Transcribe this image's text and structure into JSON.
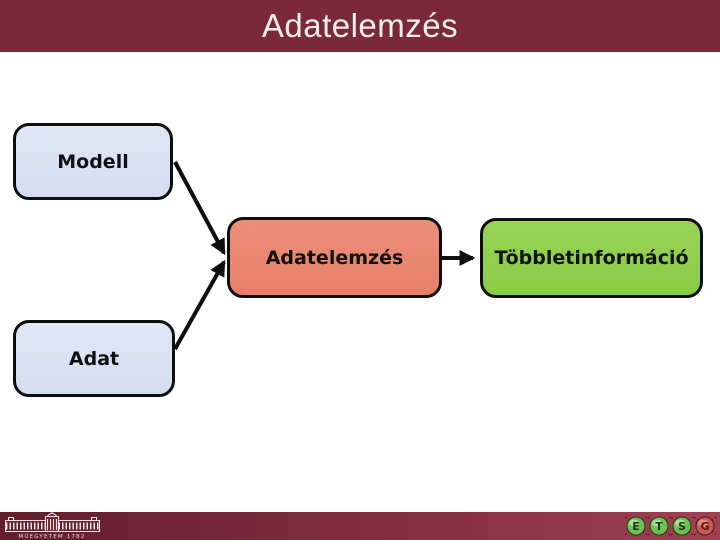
{
  "slide": {
    "title": "Adatelemzés"
  },
  "diagram": {
    "nodes": [
      {
        "id": "modell",
        "label": "Modell",
        "fill": "#d9e1f4"
      },
      {
        "id": "adat",
        "label": "Adat",
        "fill": "#d9e1f4"
      },
      {
        "id": "adatelemzes",
        "label": "Adatelemzés",
        "fill": "#e9866f"
      },
      {
        "id": "tobbletinformacio",
        "label": "Többletinformáció",
        "fill": "#90cf4e"
      }
    ],
    "edges": [
      {
        "from": "Modell",
        "to": "Adatelemzés"
      },
      {
        "from": "Adat",
        "to": "Adatelemzés"
      },
      {
        "from": "Adatelemzés",
        "to": "Többletinformáció"
      }
    ]
  },
  "footer": {
    "logo_caption": "MŰEGYETEM 1782",
    "sphere_letters": [
      "E",
      "T",
      "S",
      "G"
    ]
  },
  "colors": {
    "title_bar": "#7b2938",
    "footer_bar_left": "#621e2f",
    "footer_bar_right": "#9e4153",
    "node_blue": "#d9e1f4",
    "node_salmon": "#e9866f",
    "node_green": "#90cf4e",
    "arrow": "#0e0e0e",
    "title_text": "#f4eeee"
  }
}
